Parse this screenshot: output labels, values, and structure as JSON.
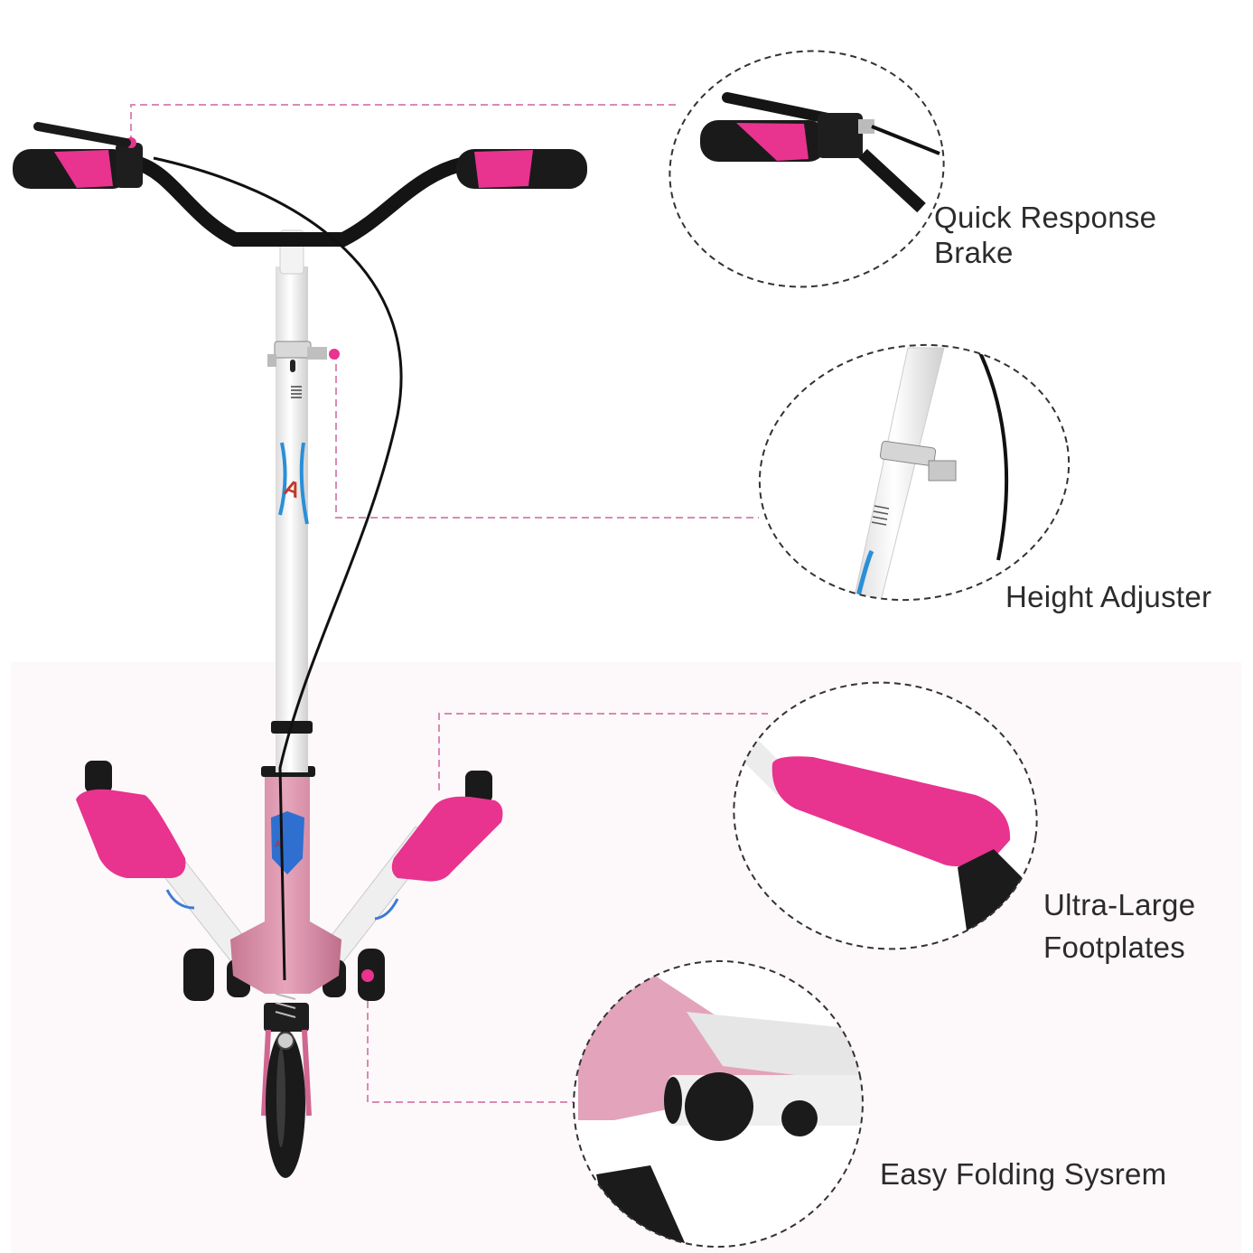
{
  "product": {
    "name": "Pink three-wheel swing scooter",
    "colors": {
      "accent_pink": "#e8338f",
      "frame_pink": "#d98aa7",
      "frame_white": "#f2f2f2",
      "black": "#1b1b1b",
      "callout_dash": "#d98ab5",
      "circle_dash": "#333333",
      "background_lower": "#fdf8f9",
      "background_upper": "#ffffff"
    }
  },
  "callouts": [
    {
      "id": "brake",
      "lines": [
        "Quick Response",
        "Brake"
      ]
    },
    {
      "id": "height",
      "lines": [
        "Height Adjuster"
      ]
    },
    {
      "id": "footplates",
      "lines": [
        "Ultra-Large",
        "Footplates"
      ]
    },
    {
      "id": "folding",
      "lines": [
        "Easy Folding Sysrem"
      ]
    }
  ]
}
